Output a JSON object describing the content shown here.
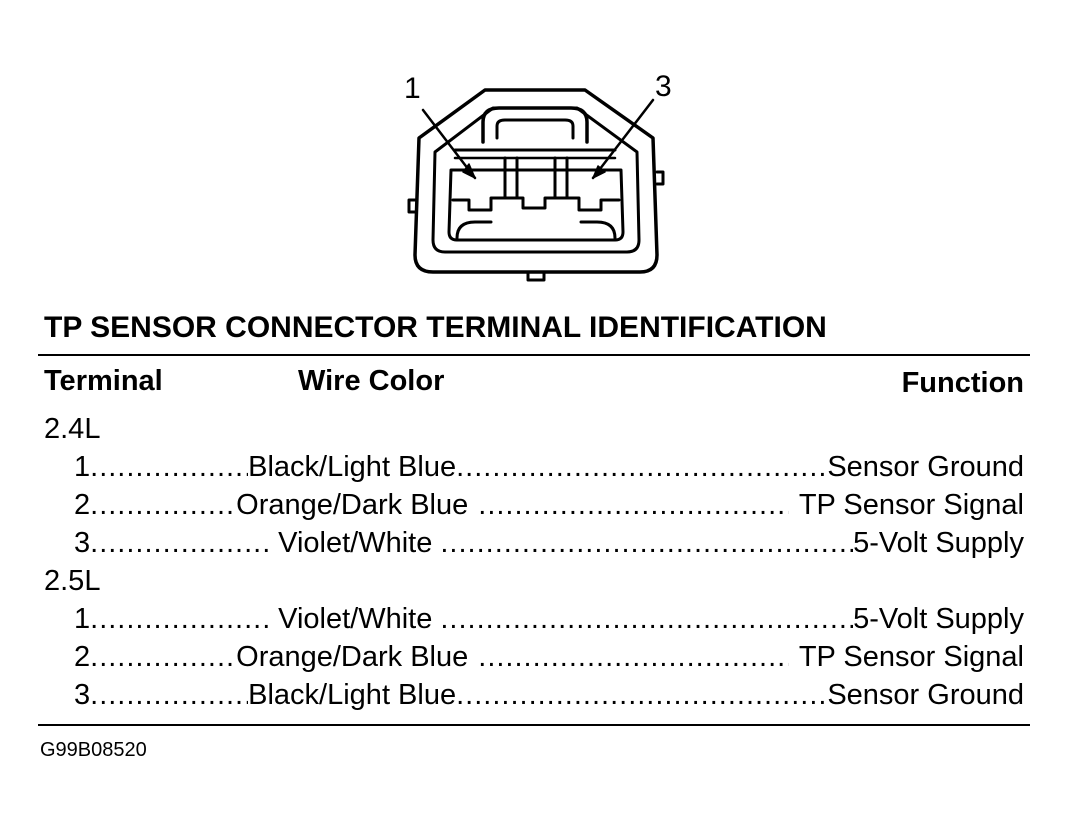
{
  "diagram": {
    "callouts": [
      "1",
      "3"
    ],
    "title": "TP SENSOR CONNECTOR TERMINAL IDENTIFICATION",
    "headers": {
      "terminal": "Terminal",
      "wire_color": "Wire Color",
      "function": "Function"
    },
    "groups": [
      {
        "label": "2.4L",
        "rows": [
          {
            "terminal": "1",
            "wire": "Black/Light Blue",
            "function": "Sensor Ground"
          },
          {
            "terminal": "2",
            "wire": "Orange/Dark Blue",
            "function": "TP Sensor Signal"
          },
          {
            "terminal": "3",
            "wire": "Violet/White",
            "function": "5-Volt Supply"
          }
        ]
      },
      {
        "label": "2.5L",
        "rows": [
          {
            "terminal": "1",
            "wire": "Violet/White",
            "function": "5-Volt Supply"
          },
          {
            "terminal": "2",
            "wire": "Orange/Dark Blue",
            "function": "TP Sensor Signal"
          },
          {
            "terminal": "3",
            "wire": "Black/Light Blue",
            "function": "Sensor Ground"
          }
        ]
      }
    ],
    "figure_id": "G99B08520"
  }
}
